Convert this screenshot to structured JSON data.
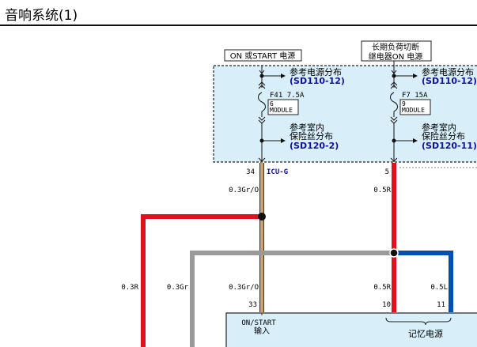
{
  "header": {
    "title": "音响系统(1)"
  },
  "colors": {
    "fuse_box_fill": "#d8eef8",
    "wire_red": "#e0101c",
    "wire_gray": "#9a9a9a",
    "wire_gray_red": "#c9a070",
    "wire_blue": "#0050b0",
    "ref_text": "#1010a0"
  },
  "diagram": {
    "labels": {
      "on_start_power": "ON 或START 电源",
      "long_term_line1": "长期负荷切断",
      "long_term_line2": "继电器ON 电源",
      "power_dist_ref": "参考电源分布",
      "power_dist_code": "(SD110-12)",
      "room_fuse_line1": "参考室内",
      "room_fuse_line2": "保险丝分布",
      "room_fuse_code_a": "(SD120-2)",
      "room_fuse_code_b": "(SD120-11)",
      "module": "MODULE",
      "connector_name": "ICU-G"
    },
    "fuses": [
      {
        "id": "F41",
        "rating": "7.5A",
        "pin": "6"
      },
      {
        "id": "F7",
        "rating": "15A",
        "pin": "9"
      }
    ],
    "icu_pins": {
      "left": "34",
      "right": "5"
    },
    "wire_upper": {
      "left": "0.3Gr/O",
      "right": "0.5R"
    },
    "wire_lower": {
      "red": "0.3R",
      "gray": "0.3Gr",
      "gray_red": "0.3Gr/O",
      "red2": "0.5R",
      "blue": "0.5L"
    },
    "unit_pins": {
      "p33": "33",
      "p10": "10",
      "p11": "11"
    },
    "unit_labels": {
      "on_start_line1": "ON/START",
      "on_start_line2": "输入",
      "memory_power": "记忆电源"
    }
  }
}
